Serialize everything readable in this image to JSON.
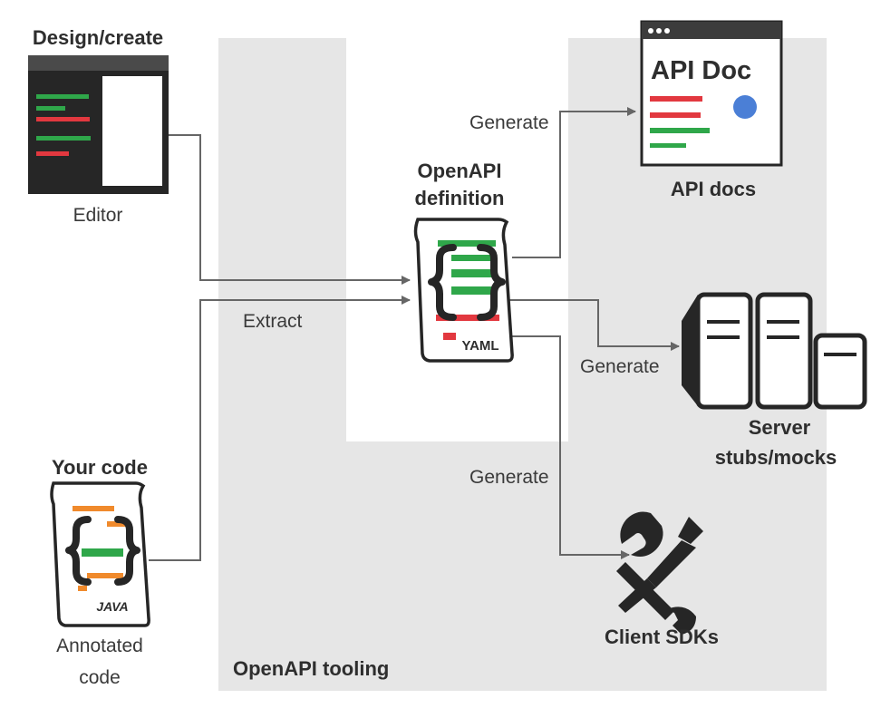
{
  "colors": {
    "region": "#e6e6e6",
    "arrow": "#666666",
    "dark": "#262626",
    "green": "#2fa74a",
    "red": "#e2383f",
    "orange": "#f08a2c",
    "blue": "#4b7fd6"
  },
  "editor": {
    "heading": "Design/create",
    "caption": "Editor"
  },
  "your_code": {
    "heading": "Your code",
    "caption_line1": "Annotated",
    "caption_line2": "code",
    "file_label": "JAVA"
  },
  "definition": {
    "heading_line1": "OpenAPI",
    "heading_line2": "definition",
    "file_label": "YAML"
  },
  "edges": {
    "extract": "Extract",
    "generate_docs": "Generate",
    "generate_server": "Generate",
    "generate_sdk": "Generate"
  },
  "docs": {
    "window_title": "API Doc",
    "caption": "API docs"
  },
  "server": {
    "caption_line1": "Server",
    "caption_line2": "stubs/mocks"
  },
  "sdk": {
    "caption": "Client SDKs"
  },
  "tooling": {
    "label": "OpenAPI tooling"
  },
  "icons": [
    "editor-window-icon",
    "java-file-icon",
    "yaml-file-icon",
    "browser-window-icon",
    "server-icon",
    "wrench-screwdriver-icon"
  ]
}
